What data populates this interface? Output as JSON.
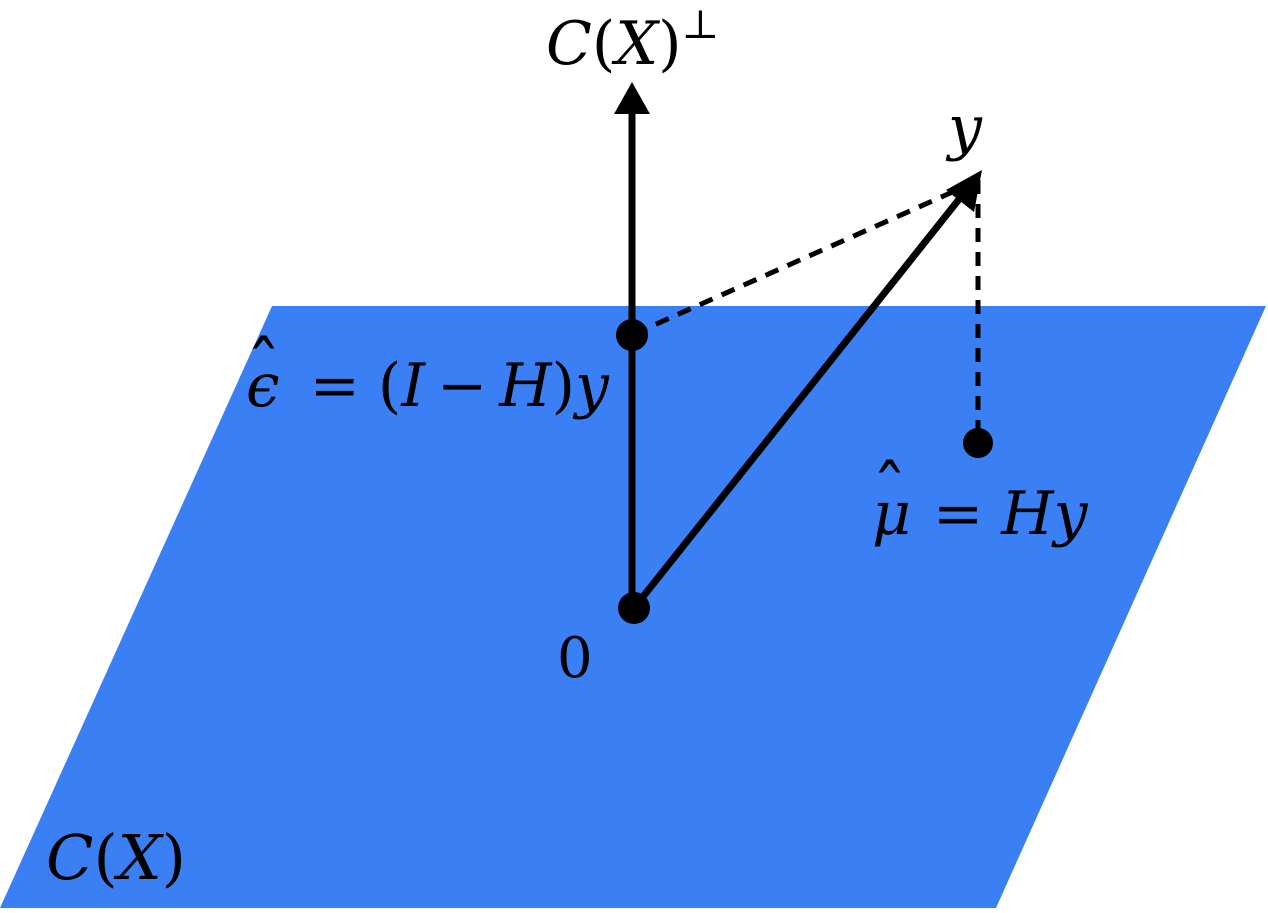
{
  "colors": {
    "plane": "#3b7ff5",
    "ink": "#000000",
    "background": "#ffffff"
  },
  "labels": {
    "column_space": {
      "C": "C",
      "X": "X",
      "open": "(",
      "close": ")"
    },
    "orth_complement": {
      "C": "C",
      "X": "X",
      "open": "(",
      "close": ")",
      "perp": "⊥"
    },
    "y": "y",
    "origin": "0",
    "residual": {
      "hat": "ˆ",
      "epsilon": "ϵ",
      "eq": "=",
      "open": "(",
      "I": "I",
      "minus": "−",
      "H": "H",
      "close": ")",
      "y": "y"
    },
    "fitted": {
      "hat": "ˆ",
      "mu": "μ",
      "eq": "=",
      "H": "H",
      "y": "y"
    }
  }
}
